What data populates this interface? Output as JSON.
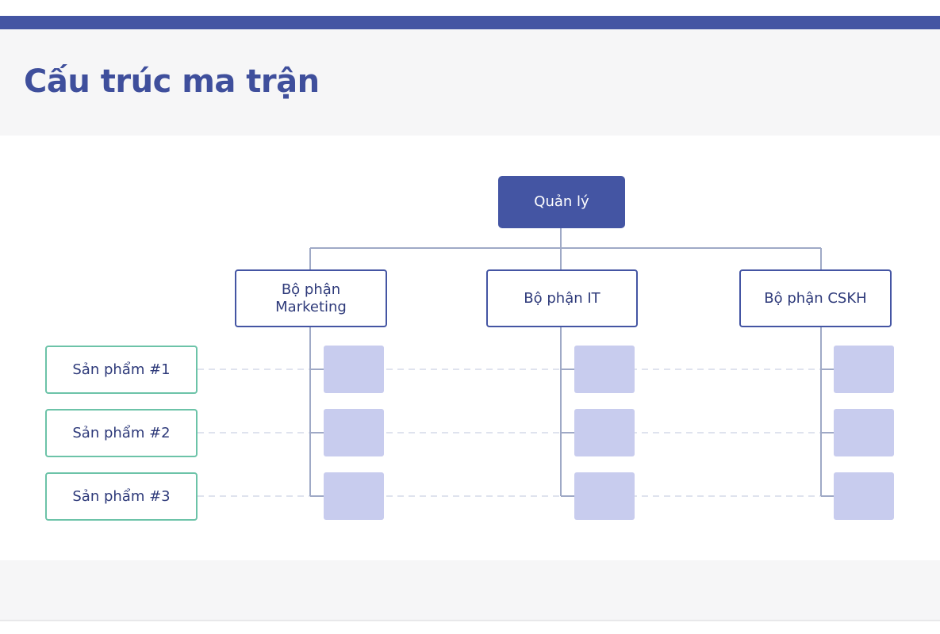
{
  "title": "Cấu trúc ma trận",
  "manager": {
    "label": "Quản lý"
  },
  "departments": [
    {
      "label": "Bộ phận\nMarketing"
    },
    {
      "label": "Bộ phận IT"
    },
    {
      "label": "Bộ phận CSKH"
    }
  ],
  "products": [
    {
      "label": "Sản phẩm #1"
    },
    {
      "label": "Sản phẩm #2"
    },
    {
      "label": "Sản phẩm #3"
    }
  ],
  "colors": {
    "brand": "#4455a3",
    "title": "#3f4f9c",
    "text": "#2e3a7a",
    "product_border": "#6cc3a8",
    "cell_fill": "#c8ccee",
    "connector": "#9fa9c6",
    "dashed": "#dfe3ee"
  }
}
